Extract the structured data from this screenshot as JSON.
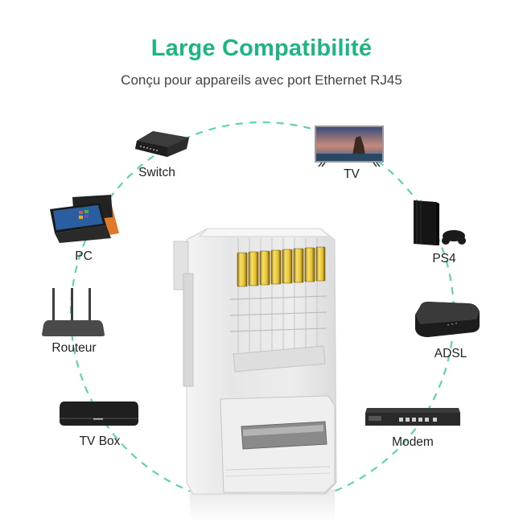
{
  "header": {
    "title": "Large Compatibilité",
    "subtitle": "Conçu pour appareils avec port Ethernet RJ45"
  },
  "colors": {
    "accent": "#1db584",
    "ring": "#5fd3b0",
    "text": "#222222",
    "device_dark": "#2a2a2a",
    "gold_pin": "#e8c230"
  },
  "product": {
    "name": "rj45-connector",
    "pin_count": 8
  },
  "devices": [
    {
      "id": "switch",
      "label": "Switch"
    },
    {
      "id": "tv",
      "label": "TV"
    },
    {
      "id": "pc",
      "label": "PC"
    },
    {
      "id": "ps4",
      "label": "PS4"
    },
    {
      "id": "router",
      "label": "Routeur"
    },
    {
      "id": "adsl",
      "label": "ADSL"
    },
    {
      "id": "tvbox",
      "label": "TV Box"
    },
    {
      "id": "modem",
      "label": "Modem"
    }
  ]
}
